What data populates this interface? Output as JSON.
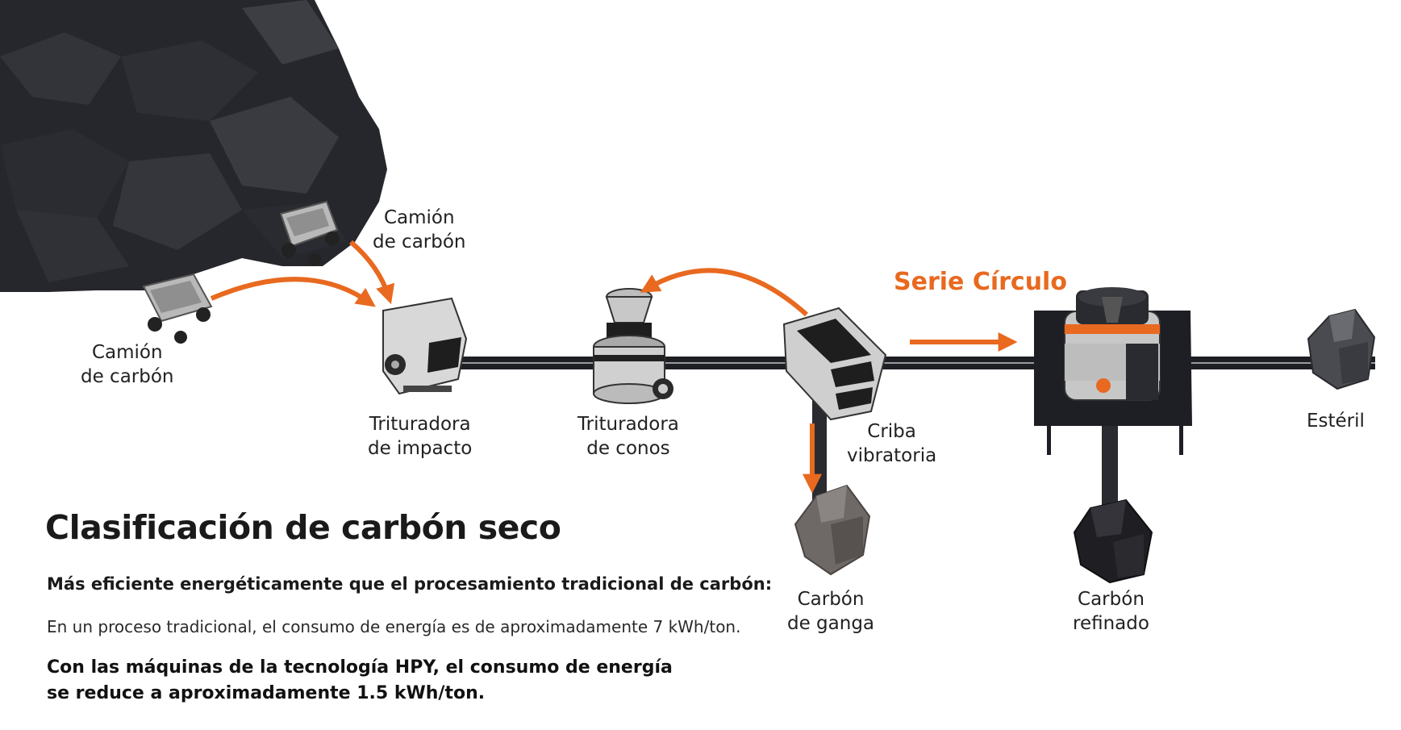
{
  "labels": {
    "truck_top": [
      "Camión",
      "de carbón"
    ],
    "truck_left": [
      "Camión",
      "de carbón"
    ],
    "impact_crusher": [
      "Trituradora",
      "de impacto"
    ],
    "cone_crusher": [
      "Trituradora",
      "de conos"
    ],
    "vibrating_screen": [
      "Criba",
      "vibratoria"
    ],
    "gangue_coal": [
      "Carbón",
      "de ganga"
    ],
    "refined_coal": [
      "Carbón",
      "refinado"
    ],
    "waste": "Estéril",
    "serie": "Serie Círculo"
  },
  "text": {
    "title": "Clasificación de carbón seco",
    "subtitle": "Más eficiente energéticamente que el procesamiento tradicional de carbón:",
    "body": "En un proceso tradicional, el consumo de energía es de aproximadamente 7 kWh/ton.",
    "highlight": [
      "Con las máquinas de la tecnología HPY, el consumo de energía",
      "se reduce a aproximadamente 1.5 kWh/ton."
    ]
  },
  "colors": {
    "accent": "#e8691f",
    "coal": "#26272c",
    "machine_grey": "#cfcfcf",
    "conveyor": "#1e1f24"
  }
}
